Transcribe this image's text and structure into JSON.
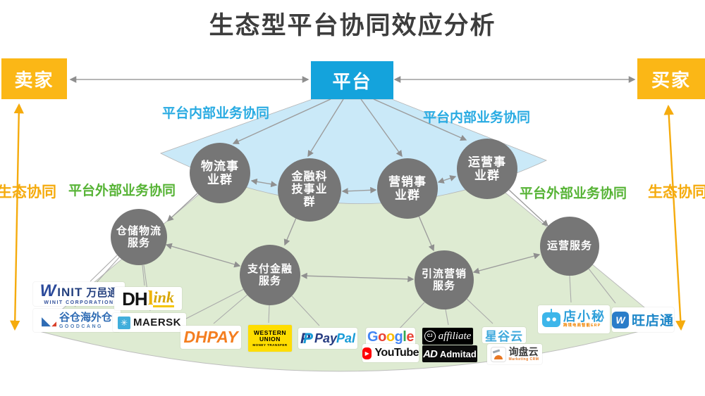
{
  "title": "生态型平台协同效应分析",
  "colors": {
    "accent_yellow": "#FBB716",
    "accent_cyan": "#14A3DC",
    "annotation_cyan": "#29ABE2",
    "annotation_green": "#56B335",
    "eco_yellow": "#F5AB0D",
    "node_gray": "#767676",
    "fan_blue": "#CAE9F8",
    "fan_green": "#DEEBD2"
  },
  "actors": {
    "seller": "卖家",
    "platform": "平台",
    "buyer": "买家"
  },
  "annotations": {
    "internal_left": "平台内部业务协同",
    "internal_right": "平台内部业务协同",
    "external_left": "平台外部业务协同",
    "external_right": "平台外部业务协同",
    "eco_left": "生态协同",
    "eco_right": "生态协同"
  },
  "business_groups": [
    {
      "name": "物流事业群",
      "lines": [
        "物流事",
        "业群"
      ]
    },
    {
      "name": "金融科技事业群",
      "lines": [
        "金融科",
        "技事业",
        "群"
      ]
    },
    {
      "name": "营销事业群",
      "lines": [
        "营销事",
        "业群"
      ]
    },
    {
      "name": "运营事业群",
      "lines": [
        "运营事",
        "业群"
      ]
    }
  ],
  "service_nodes": [
    {
      "name": "仓储物流服务",
      "lines": [
        "仓储物流",
        "服务"
      ]
    },
    {
      "name": "支付金融服务",
      "lines": [
        "支付金融",
        "服务"
      ]
    },
    {
      "name": "引流营销服务",
      "lines": [
        "引流营销",
        "服务"
      ]
    },
    {
      "name": "运营服务",
      "lines": [
        "运营服务"
      ]
    }
  ],
  "partners": {
    "winit": {
      "w": "W",
      "wordmark": "INIT",
      "cn": "万邑通",
      "sub": "WINIT CORPORATION"
    },
    "goodcang": {
      "icon1": "◣",
      "icon2": "◢",
      "cn": "谷仓海外仓",
      "sub": "GOODCANG"
    },
    "dhlink": {
      "dh": "DH",
      "l": "l",
      "ink": "ink"
    },
    "maersk": {
      "star": "✳",
      "wordmark": "MAERSK"
    },
    "dhpay": {
      "wordmark": "DHPAY"
    },
    "western_union": {
      "line1": "WESTERN",
      "line2": "UNION",
      "sub": "MONEY TRANSFER"
    },
    "paypal": {
      "p1": "P",
      "p2": "P",
      "pay": "Pay",
      "pal": "Pal"
    },
    "google": {
      "letters": [
        "G",
        "o",
        "o",
        "g",
        "l",
        "e"
      ]
    },
    "youtube": {
      "play": "▶",
      "wordmark": "YouTube"
    },
    "cj_affiliate": {
      "mark": "CJ",
      "wordmark": "affiliate"
    },
    "admitad": {
      "mark": "AD",
      "wordmark": "Admitad"
    },
    "xingguyun": {
      "cn": "星谷云"
    },
    "xunpanyun": {
      "cn": "询盘云",
      "sub": "Marketing CRM"
    },
    "dianxiaomi": {
      "cn": "店小秘",
      "sub": "跨境电商智能ERP"
    },
    "wangdiantong": {
      "mark": "W",
      "cn": "旺店通"
    }
  }
}
